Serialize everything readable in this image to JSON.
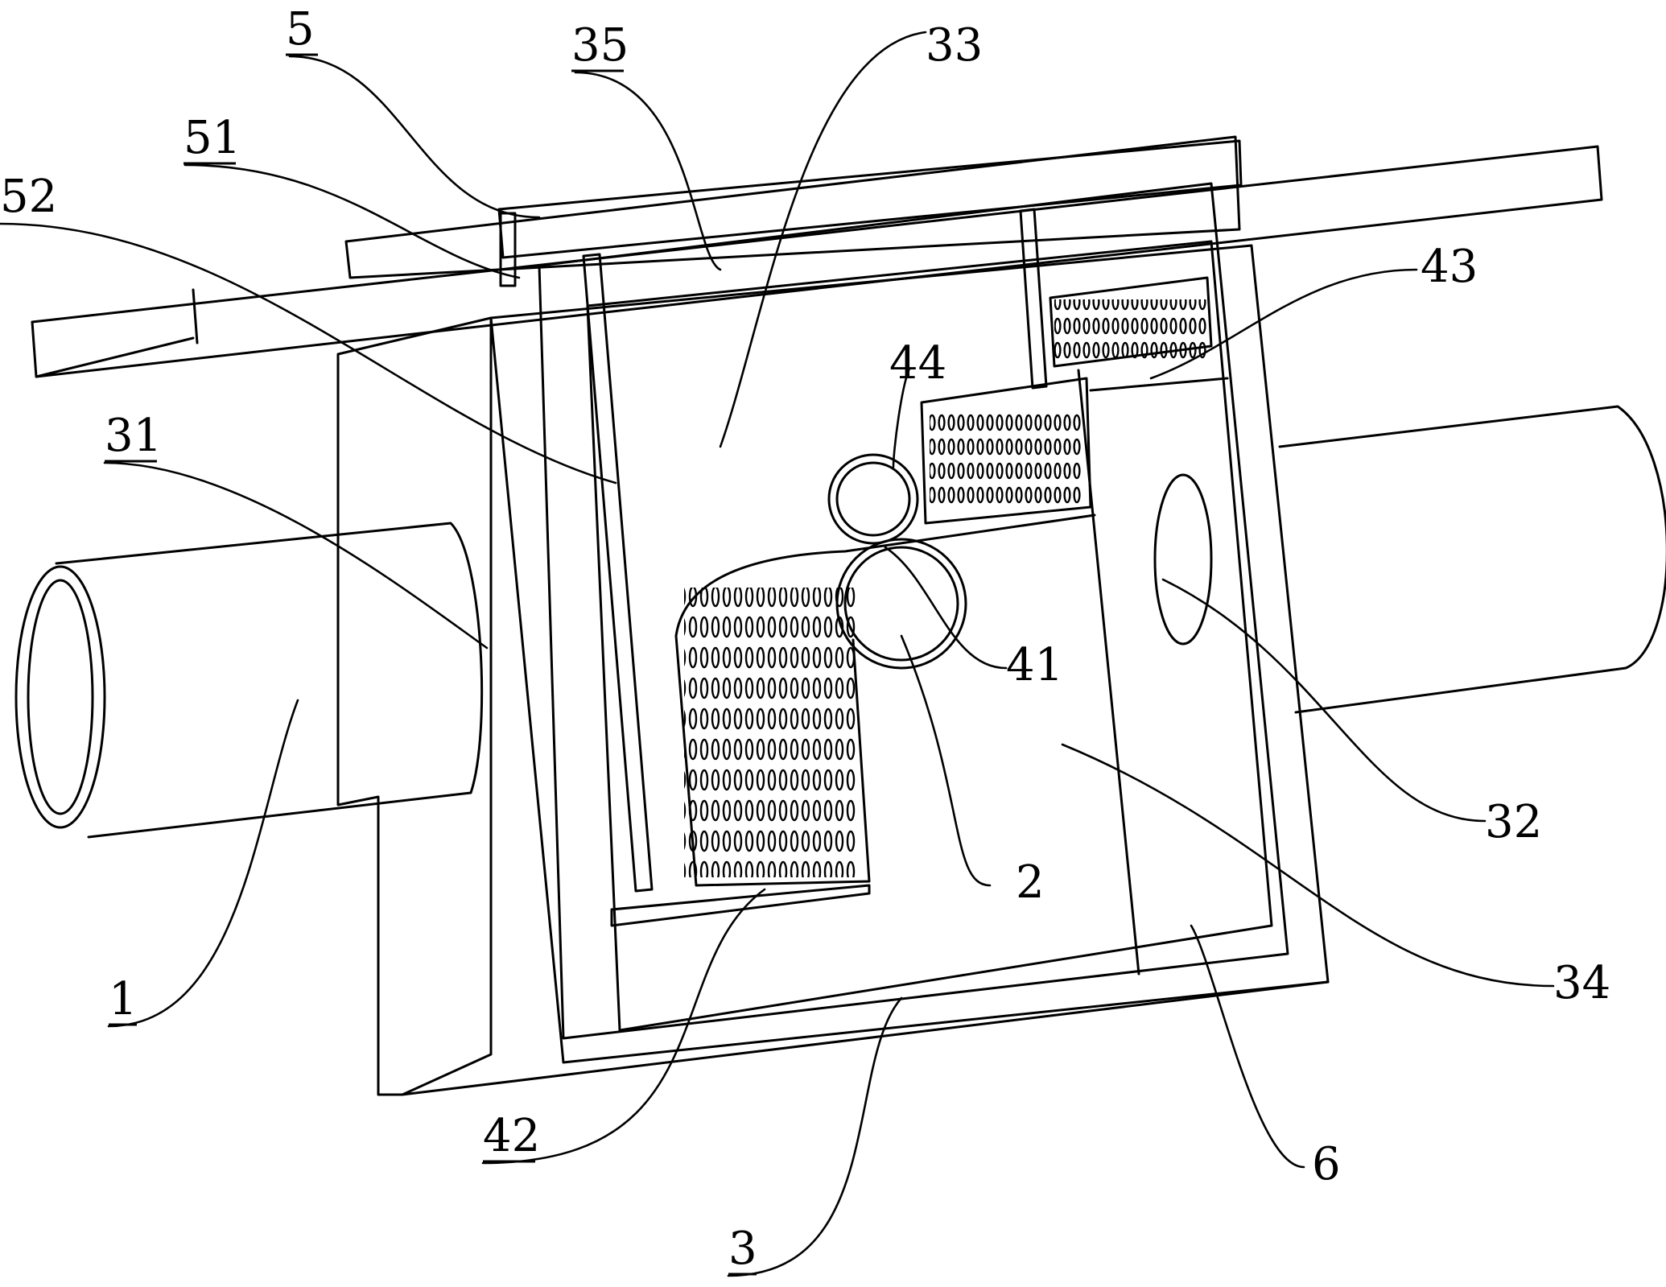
{
  "labels": {
    "l5": "5",
    "l35": "35",
    "l33": "33",
    "l51": "51",
    "l52": "52",
    "l43": "43",
    "l44": "44",
    "l31": "31",
    "l41": "41",
    "l32": "32",
    "l2": "2",
    "l34": "34",
    "l1": "1",
    "l42": "42",
    "l6": "6",
    "l3": "3"
  }
}
